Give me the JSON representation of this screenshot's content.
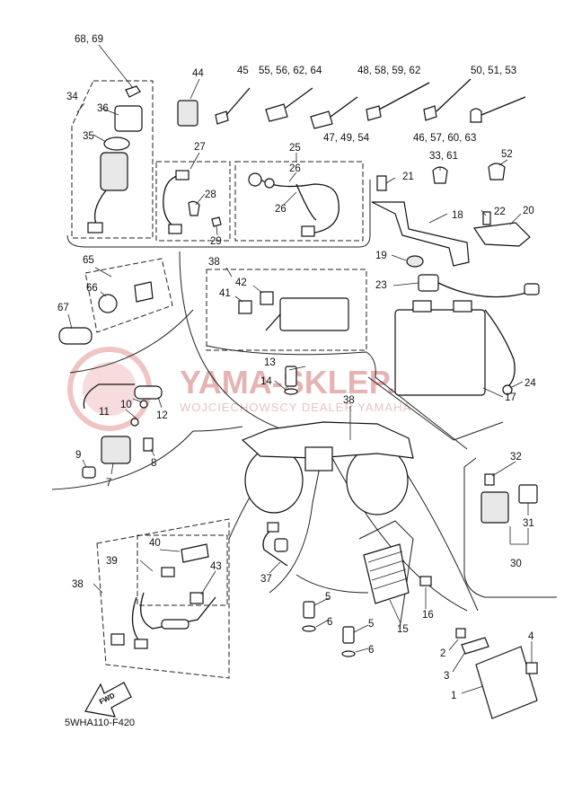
{
  "diagram": {
    "drawing_code": "5WHA110-F420",
    "watermark": {
      "brand": "YAMA-SKLEP.PL",
      "subtitle": "WOJCIECHOWSCY DEALER YAMAHA"
    },
    "fwd_arrow": "FWD",
    "callouts": {
      "c1": "1",
      "c2": "2",
      "c3": "3",
      "c4": "4",
      "c5a": "5",
      "c5b": "5",
      "c6a": "6",
      "c6b": "6",
      "c7": "7",
      "c8": "8",
      "c9": "9",
      "c10": "10",
      "c11": "11",
      "c12": "12",
      "c13": "13",
      "c14": "14",
      "c15": "15",
      "c16": "16",
      "c17": "17",
      "c18": "18",
      "c19": "19",
      "c20": "20",
      "c21": "21",
      "c22": "22",
      "c23": "23",
      "c24": "24",
      "c25": "25",
      "c26a": "26",
      "c26b": "26",
      "c27": "27",
      "c28": "28",
      "c29": "29",
      "c30": "30",
      "c31": "31",
      "c32": "32",
      "c33_61": "33, 61",
      "c34": "34",
      "c35": "35",
      "c36": "36",
      "c37": "37",
      "c38a": "38",
      "c38b": "38",
      "c38c": "38",
      "c39": "39",
      "c40": "40",
      "c41": "41",
      "c42": "42",
      "c43": "43",
      "c44": "44",
      "c45": "45",
      "c46_57_60_63": "46, 57, 60, 63",
      "c47_49_54": "47, 49, 54",
      "c48_58_59_62": "48, 58, 59, 62",
      "c50_51_53": "50, 51, 53",
      "c52": "52",
      "c55_56_62_64": "55, 56, 62, 64",
      "c65": "65",
      "c66": "66",
      "c67": "67",
      "c68_69": "68, 69"
    }
  }
}
